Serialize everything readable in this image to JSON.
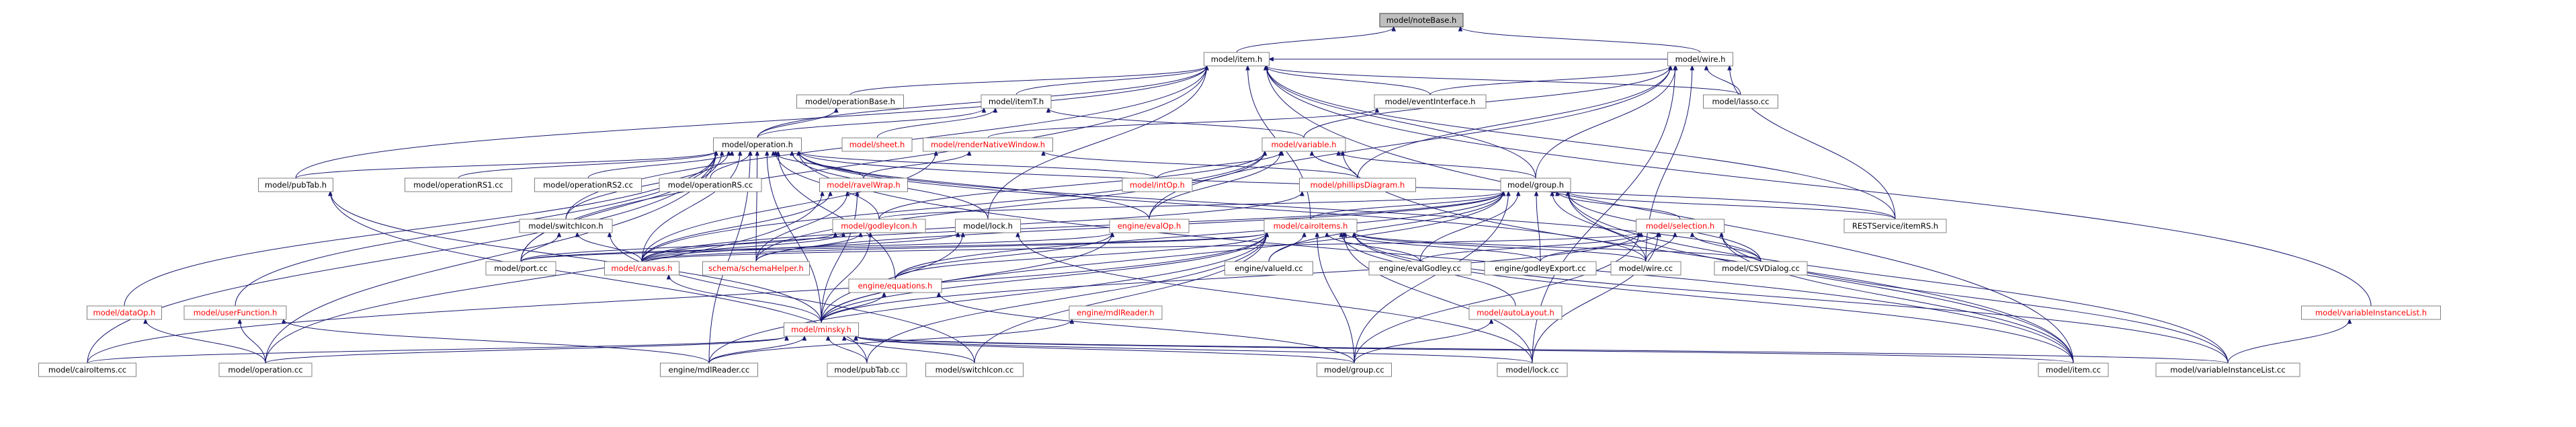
{
  "graph": {
    "nodes": [
      {
        "id": "noteBase_h",
        "label": "model/noteBase.h",
        "style": "root"
      },
      {
        "id": "item_h",
        "label": "model/item.h",
        "style": "normal"
      },
      {
        "id": "wire_h",
        "label": "model/wire.h",
        "style": "normal"
      },
      {
        "id": "operationBase_h",
        "label": "model/operationBase.h",
        "style": "normal"
      },
      {
        "id": "itemT_h",
        "label": "model/itemT.h",
        "style": "normal"
      },
      {
        "id": "eventInterface_h",
        "label": "model/eventInterface.h",
        "style": "normal"
      },
      {
        "id": "lasso_cc",
        "label": "model/lasso.cc",
        "style": "normal"
      },
      {
        "id": "operation_h",
        "label": "model/operation.h",
        "style": "normal"
      },
      {
        "id": "sheet_h",
        "label": "model/sheet.h",
        "style": "trunc"
      },
      {
        "id": "renderNativeWindow_h",
        "label": "model/renderNativeWindow.h",
        "style": "trunc"
      },
      {
        "id": "variable_h",
        "label": "model/variable.h",
        "style": "trunc"
      },
      {
        "id": "pubTab_h",
        "label": "model/pubTab.h",
        "style": "normal"
      },
      {
        "id": "operationRS1_cc",
        "label": "model/operationRS1.cc",
        "style": "normal"
      },
      {
        "id": "operationRS2_cc",
        "label": "model/operationRS2.cc",
        "style": "normal"
      },
      {
        "id": "operationRS_cc",
        "label": "model/operationRS.cc",
        "style": "normal"
      },
      {
        "id": "ravelWrap_h",
        "label": "model/ravelWrap.h",
        "style": "trunc"
      },
      {
        "id": "intOp_h",
        "label": "model/intOp.h",
        "style": "trunc"
      },
      {
        "id": "phillipsDiagram_h",
        "label": "model/phillipsDiagram.h",
        "style": "trunc"
      },
      {
        "id": "group_h",
        "label": "model/group.h",
        "style": "normal"
      },
      {
        "id": "RESTService_itemRS_h",
        "label": "RESTService/itemRS.h",
        "style": "normal"
      },
      {
        "id": "switchIcon_h",
        "label": "model/switchIcon.h",
        "style": "normal"
      },
      {
        "id": "lock_h",
        "label": "model/lock.h",
        "style": "normal"
      },
      {
        "id": "godleyIcon_h",
        "label": "model/godleyIcon.h",
        "style": "trunc"
      },
      {
        "id": "evalOp_h",
        "label": "engine/evalOp.h",
        "style": "trunc"
      },
      {
        "id": "cairoItems_h",
        "label": "model/cairoItems.h",
        "style": "trunc"
      },
      {
        "id": "selection_h",
        "label": "model/selection.h",
        "style": "trunc"
      },
      {
        "id": "port_cc",
        "label": "model/port.cc",
        "style": "normal"
      },
      {
        "id": "canvas_h",
        "label": "model/canvas.h",
        "style": "trunc"
      },
      {
        "id": "schemaHelper_h",
        "label": "schema/schemaHelper.h",
        "style": "trunc"
      },
      {
        "id": "equations_h",
        "label": "engine/equations.h",
        "style": "trunc"
      },
      {
        "id": "valueId_cc",
        "label": "engine/valueId.cc",
        "style": "normal"
      },
      {
        "id": "evalGodley_cc",
        "label": "engine/evalGodley.cc",
        "style": "normal"
      },
      {
        "id": "godleyExport_cc",
        "label": "engine/godleyExport.cc",
        "style": "normal"
      },
      {
        "id": "wire_cc",
        "label": "model/wire.cc",
        "style": "normal"
      },
      {
        "id": "CSVDialog_cc",
        "label": "model/CSVDialog.cc",
        "style": "normal"
      },
      {
        "id": "dataOp_h",
        "label": "model/dataOp.h",
        "style": "trunc"
      },
      {
        "id": "userFunction_h",
        "label": "model/userFunction.h",
        "style": "trunc"
      },
      {
        "id": "minsky_h",
        "label": "model/minsky.h",
        "style": "trunc"
      },
      {
        "id": "mdlReader_h",
        "label": "engine/mdlReader.h",
        "style": "trunc"
      },
      {
        "id": "autoLayout_h",
        "label": "model/autoLayout.h",
        "style": "trunc"
      },
      {
        "id": "variableInstanceList_h",
        "label": "model/variableInstanceList.h",
        "style": "trunc"
      },
      {
        "id": "cairoItems_cc",
        "label": "model/cairoItems.cc",
        "style": "normal"
      },
      {
        "id": "operation_cc",
        "label": "model/operation.cc",
        "style": "normal"
      },
      {
        "id": "mdlReader_cc",
        "label": "engine/mdlReader.cc",
        "style": "normal"
      },
      {
        "id": "pubTab_cc",
        "label": "model/pubTab.cc",
        "style": "normal"
      },
      {
        "id": "switchIcon_cc",
        "label": "model/switchIcon.cc",
        "style": "normal"
      },
      {
        "id": "group_cc",
        "label": "model/group.cc",
        "style": "normal"
      },
      {
        "id": "lock_cc",
        "label": "model/lock.cc",
        "style": "normal"
      },
      {
        "id": "item_cc",
        "label": "model/item.cc",
        "style": "normal"
      },
      {
        "id": "variableInstanceList_cc",
        "label": "model/variableInstanceList.cc",
        "style": "normal"
      }
    ],
    "edges": [
      [
        "item_h",
        "noteBase_h"
      ],
      [
        "wire_h",
        "noteBase_h"
      ],
      [
        "operationBase_h",
        "item_h"
      ],
      [
        "itemT_h",
        "item_h"
      ],
      [
        "eventInterface_h",
        "item_h"
      ],
      [
        "lasso_cc",
        "item_h"
      ],
      [
        "operation_h",
        "item_h"
      ],
      [
        "pubTab_h",
        "item_h"
      ],
      [
        "group_h",
        "item_h"
      ],
      [
        "RESTService_itemRS_h",
        "item_h"
      ],
      [
        "switchIcon_h",
        "item_h"
      ],
      [
        "lock_h",
        "item_h"
      ],
      [
        "port_cc",
        "item_h"
      ],
      [
        "variableInstanceList_h",
        "item_h"
      ],
      [
        "cairoItems_h",
        "item_h"
      ],
      [
        "item_cc",
        "item_h"
      ],
      [
        "wire_h",
        "item_h"
      ],
      [
        "eventInterface_h",
        "wire_h"
      ],
      [
        "lasso_cc",
        "wire_h"
      ],
      [
        "group_h",
        "wire_h"
      ],
      [
        "RESTService_itemRS_h",
        "wire_h"
      ],
      [
        "wire_cc",
        "wire_h"
      ],
      [
        "lock_cc",
        "wire_h"
      ],
      [
        "variable_h",
        "wire_h"
      ],
      [
        "phillipsDiagram_h",
        "wire_h"
      ],
      [
        "evalOp_h",
        "wire_h"
      ],
      [
        "operation_h",
        "operationBase_h"
      ],
      [
        "operation_h",
        "itemT_h"
      ],
      [
        "variable_h",
        "itemT_h"
      ],
      [
        "sheet_h",
        "itemT_h"
      ],
      [
        "renderNativeWindow_h",
        "eventInterface_h"
      ],
      [
        "pubTab_h",
        "operation_h"
      ],
      [
        "operationRS1_cc",
        "operation_h"
      ],
      [
        "operationRS2_cc",
        "operation_h"
      ],
      [
        "operationRS_cc",
        "operation_h"
      ],
      [
        "ravelWrap_h",
        "operation_h"
      ],
      [
        "intOp_h",
        "operation_h"
      ],
      [
        "switchIcon_h",
        "operation_h"
      ],
      [
        "lock_h",
        "operation_h"
      ],
      [
        "godleyIcon_h",
        "operation_h"
      ],
      [
        "evalOp_h",
        "operation_h"
      ],
      [
        "canvas_h",
        "operation_h"
      ],
      [
        "port_cc",
        "operation_h"
      ],
      [
        "dataOp_h",
        "operation_h"
      ],
      [
        "userFunction_h",
        "operation_h"
      ],
      [
        "cairoItems_cc",
        "operation_h"
      ],
      [
        "operation_cc",
        "operation_h"
      ],
      [
        "mdlReader_cc",
        "operation_h"
      ],
      [
        "schemaHelper_h",
        "operation_h"
      ],
      [
        "equations_h",
        "operation_h"
      ],
      [
        "minsky_h",
        "operation_h"
      ],
      [
        "wire_cc",
        "operation_h"
      ],
      [
        "RESTService_itemRS_h",
        "operation_h"
      ],
      [
        "item_cc",
        "operation_h"
      ],
      [
        "CSVDialog_cc",
        "operation_h"
      ],
      [
        "ravelWrap_h",
        "renderNativeWindow_h"
      ],
      [
        "phillipsDiagram_h",
        "renderNativeWindow_h"
      ],
      [
        "canvas_h",
        "renderNativeWindow_h"
      ],
      [
        "intOp_h",
        "variable_h"
      ],
      [
        "phillipsDiagram_h",
        "variable_h"
      ],
      [
        "group_h",
        "variable_h"
      ],
      [
        "godleyIcon_h",
        "variable_h"
      ],
      [
        "evalOp_h",
        "variable_h"
      ],
      [
        "canvas_h",
        "variable_h"
      ],
      [
        "item_cc",
        "variable_h"
      ],
      [
        "schemaHelper_h",
        "variable_h"
      ],
      [
        "pubTab_cc",
        "pubTab_h"
      ],
      [
        "minsky_h",
        "pubTab_h"
      ],
      [
        "canvas_h",
        "ravelWrap_h"
      ],
      [
        "schemaHelper_h",
        "ravelWrap_h"
      ],
      [
        "minsky_h",
        "ravelWrap_h"
      ],
      [
        "operation_cc",
        "ravelWrap_h"
      ],
      [
        "canvas_h",
        "phillipsDiagram_h"
      ],
      [
        "RESTService_itemRS_h",
        "group_h"
      ],
      [
        "godleyIcon_h",
        "group_h"
      ],
      [
        "cairoItems_h",
        "group_h"
      ],
      [
        "selection_h",
        "group_h"
      ],
      [
        "canvas_h",
        "group_h"
      ],
      [
        "schemaHelper_h",
        "group_h"
      ],
      [
        "equations_h",
        "group_h"
      ],
      [
        "valueId_cc",
        "group_h"
      ],
      [
        "evalGodley_cc",
        "group_h"
      ],
      [
        "godleyExport_cc",
        "group_h"
      ],
      [
        "wire_cc",
        "group_h"
      ],
      [
        "CSVDialog_cc",
        "group_h"
      ],
      [
        "minsky_h",
        "group_h"
      ],
      [
        "group_cc",
        "group_h"
      ],
      [
        "item_cc",
        "group_h"
      ],
      [
        "variableInstanceList_cc",
        "group_h"
      ],
      [
        "port_cc",
        "switchIcon_h"
      ],
      [
        "canvas_h",
        "switchIcon_h"
      ],
      [
        "switchIcon_cc",
        "switchIcon_h"
      ],
      [
        "canvas_h",
        "lock_h"
      ],
      [
        "lock_cc",
        "lock_h"
      ],
      [
        "minsky_h",
        "lock_h"
      ],
      [
        "canvas_h",
        "godleyIcon_h"
      ],
      [
        "schemaHelper_h",
        "godleyIcon_h"
      ],
      [
        "minsky_h",
        "godleyIcon_h"
      ],
      [
        "port_cc",
        "godleyIcon_h"
      ],
      [
        "equations_h",
        "evalOp_h"
      ],
      [
        "minsky_h",
        "evalOp_h"
      ],
      [
        "port_cc",
        "evalOp_h"
      ],
      [
        "valueId_cc",
        "cairoItems_h"
      ],
      [
        "evalGodley_cc",
        "cairoItems_h"
      ],
      [
        "godleyExport_cc",
        "cairoItems_h"
      ],
      [
        "wire_cc",
        "cairoItems_h"
      ],
      [
        "CSVDialog_cc",
        "cairoItems_h"
      ],
      [
        "minsky_h",
        "cairoItems_h"
      ],
      [
        "group_cc",
        "cairoItems_h"
      ],
      [
        "item_cc",
        "cairoItems_h"
      ],
      [
        "lock_cc",
        "cairoItems_h"
      ],
      [
        "pubTab_cc",
        "cairoItems_h"
      ],
      [
        "switchIcon_cc",
        "cairoItems_h"
      ],
      [
        "cairoItems_cc",
        "cairoItems_h"
      ],
      [
        "mdlReader_cc",
        "cairoItems_h"
      ],
      [
        "variableInstanceList_cc",
        "cairoItems_h"
      ],
      [
        "canvas_h",
        "cairoItems_h"
      ],
      [
        "equations_h",
        "cairoItems_h"
      ],
      [
        "autoLayout_h",
        "cairoItems_h"
      ],
      [
        "port_cc",
        "cairoItems_h"
      ],
      [
        "wire_cc",
        "selection_h"
      ],
      [
        "CSVDialog_cc",
        "selection_h"
      ],
      [
        "evalGodley_cc",
        "selection_h"
      ],
      [
        "godleyExport_cc",
        "selection_h"
      ],
      [
        "minsky_h",
        "selection_h"
      ],
      [
        "group_cc",
        "selection_h"
      ],
      [
        "item_cc",
        "selection_h"
      ],
      [
        "lock_cc",
        "selection_h"
      ],
      [
        "variableInstanceList_cc",
        "selection_h"
      ],
      [
        "canvas_h",
        "selection_h"
      ],
      [
        "minsky_h",
        "canvas_h"
      ],
      [
        "minsky_h",
        "equations_h"
      ],
      [
        "group_cc",
        "equations_h"
      ],
      [
        "operation_cc",
        "dataOp_h"
      ],
      [
        "operation_cc",
        "userFunction_h"
      ],
      [
        "mdlReader_cc",
        "userFunction_h"
      ],
      [
        "cairoItems_cc",
        "minsky_h"
      ],
      [
        "operation_cc",
        "minsky_h"
      ],
      [
        "mdlReader_cc",
        "minsky_h"
      ],
      [
        "pubTab_cc",
        "minsky_h"
      ],
      [
        "switchIcon_cc",
        "minsky_h"
      ],
      [
        "group_cc",
        "minsky_h"
      ],
      [
        "lock_cc",
        "minsky_h"
      ],
      [
        "item_cc",
        "minsky_h"
      ],
      [
        "variableInstanceList_cc",
        "minsky_h"
      ],
      [
        "mdlReader_cc",
        "mdlReader_h"
      ],
      [
        "group_cc",
        "autoLayout_h"
      ],
      [
        "variableInstanceList_cc",
        "variableInstanceList_h"
      ]
    ]
  }
}
